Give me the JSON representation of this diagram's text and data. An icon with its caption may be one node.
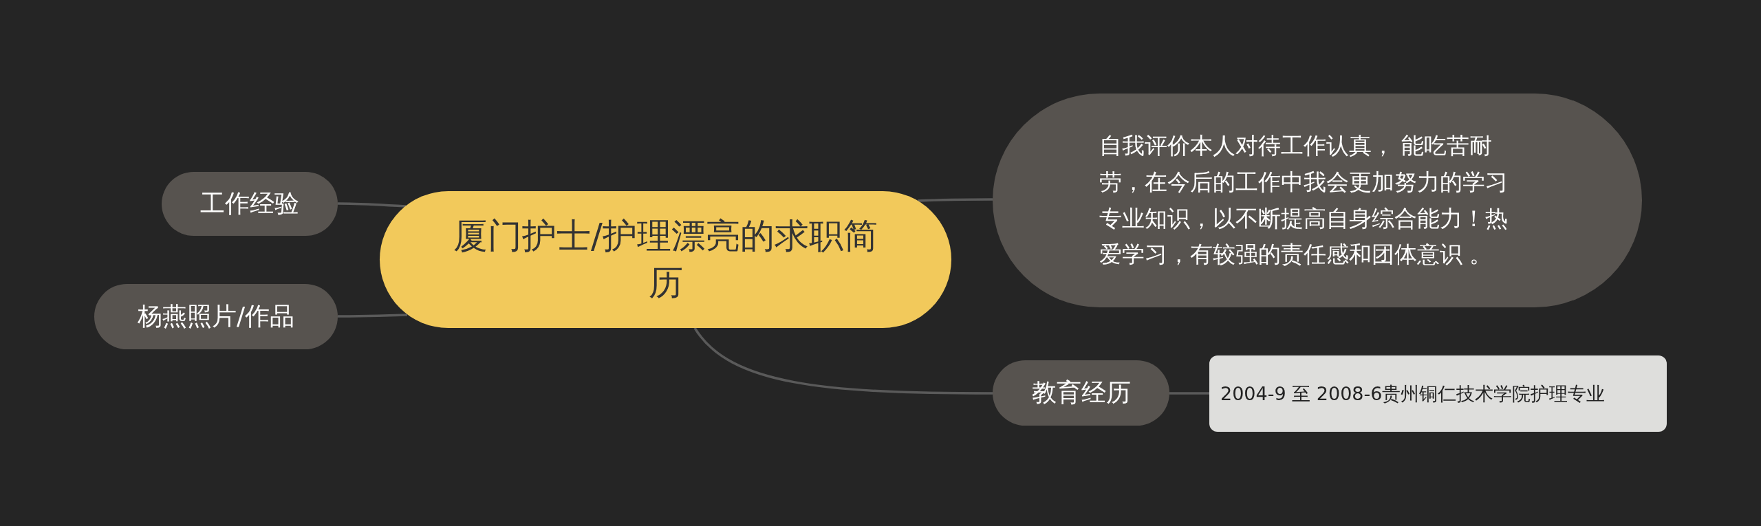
{
  "diagram": {
    "nodes": [
      {
        "text": [
          "厦门护士/护理漂亮的求职简历"
        ]
      },
      {
        "text": [
          "工作经验"
        ]
      },
      {
        "text": [
          "杨燕照片/作品"
        ]
      },
      {
        "text": [
          "自我评价本人对待工作认真， 能吃苦耐劳，在今后的工作中我会更加努力的学习专业知识，以不断提高自身综合能力！热爱学习，有较强的责任感和团体意识 。"
        ]
      },
      {
        "text": [
          "教育经历"
        ]
      },
      {
        "text": [
          "2004-9 至 2008-6贵州铜仁技术学院护理专业"
        ]
      }
    ],
    "edges": [
      {
        "from": 0,
        "to": 1,
        "arrow": "none"
      },
      {
        "from": 0,
        "to": 2,
        "arrow": "none"
      },
      {
        "from": 0,
        "to": 3,
        "arrow": "none"
      },
      {
        "from": 0,
        "to": 4,
        "arrow": "none"
      },
      {
        "from": 4,
        "to": 5,
        "arrow": "none"
      }
    ]
  }
}
